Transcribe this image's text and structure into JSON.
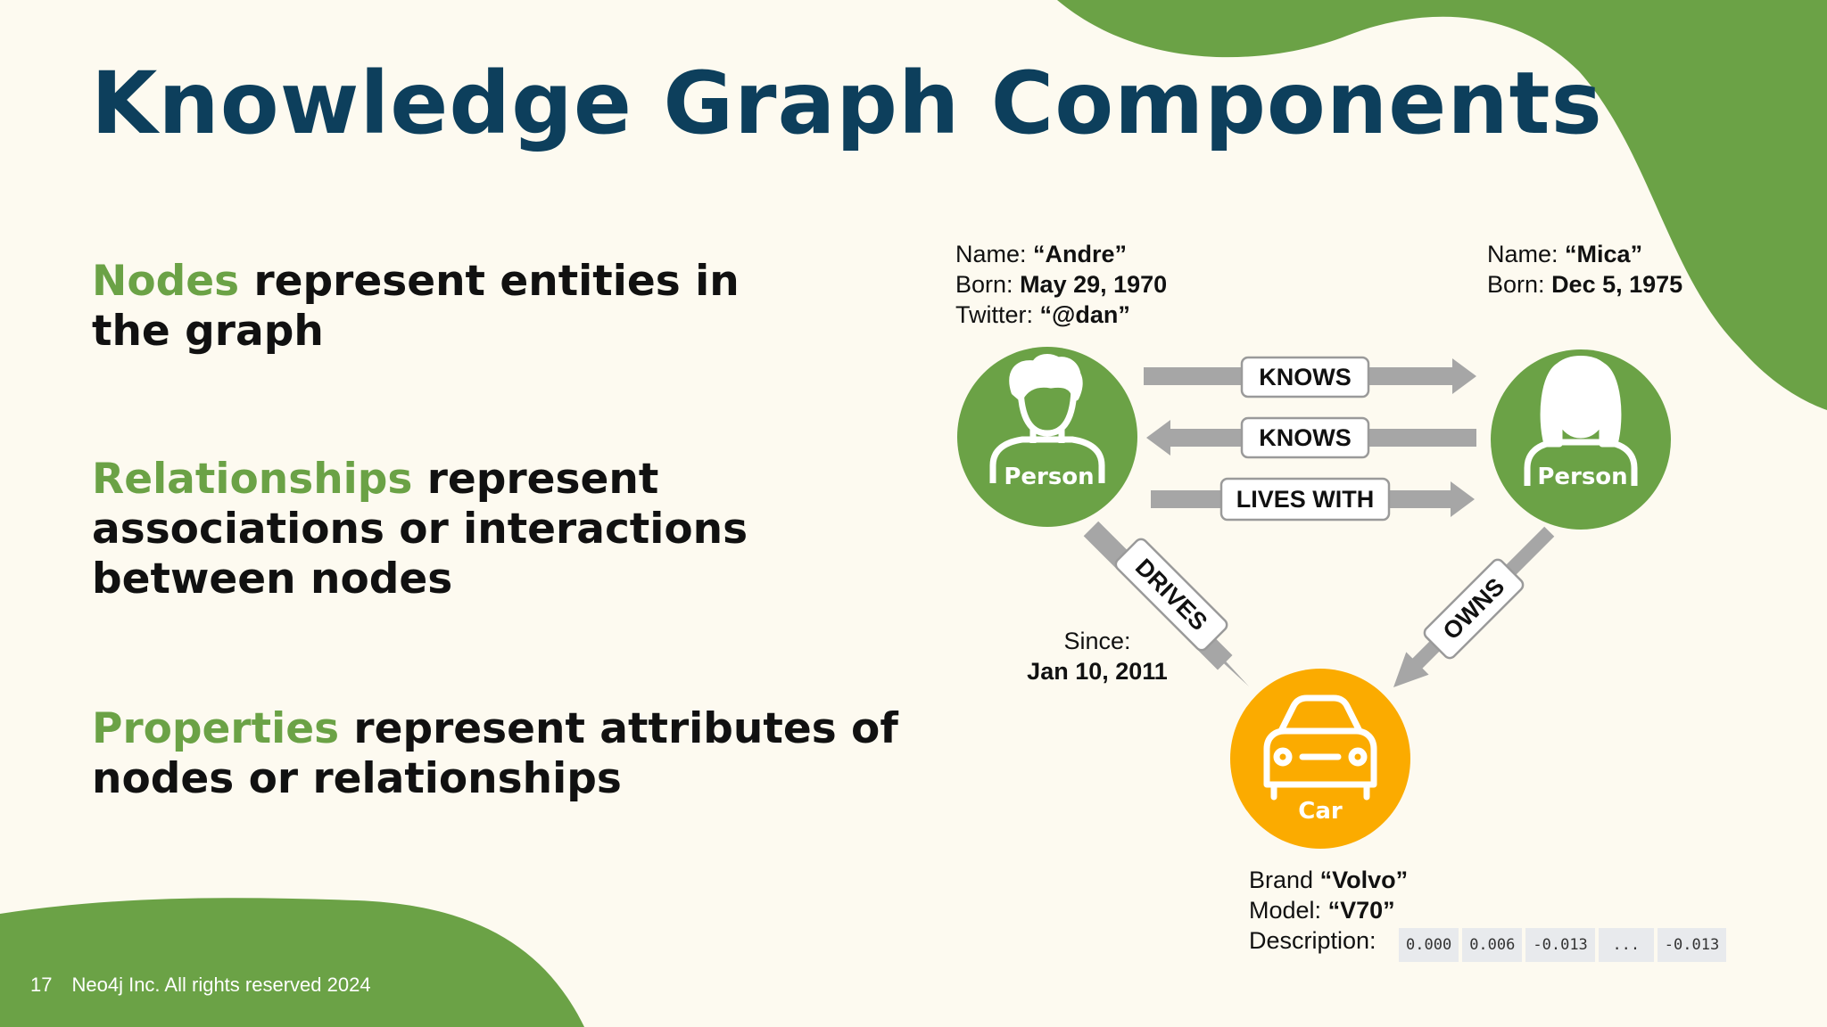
{
  "slide": {
    "title": "Knowledge Graph Components",
    "bullets": [
      {
        "term": "Nodes",
        "rest": " represent entities in the graph"
      },
      {
        "term": "Relationships",
        "rest": " represent associations or interactions between nodes"
      },
      {
        "term": "Properties",
        "rest": " represent attributes of nodes or relationships"
      }
    ],
    "footer": {
      "page": "17",
      "text": "Neo4j Inc. All rights reserved 2024"
    }
  },
  "diagram": {
    "nodes": {
      "person_left": {
        "label": "Person",
        "color": "#6ba246",
        "icon": "male-person-icon"
      },
      "person_right": {
        "label": "Person",
        "color": "#6ba246",
        "icon": "female-person-icon"
      },
      "car": {
        "label": "Car",
        "color": "#fbab00",
        "icon": "car-icon"
      }
    },
    "relationships": [
      {
        "type": "KNOWS",
        "from": "person_left",
        "to": "person_right"
      },
      {
        "type": "KNOWS",
        "from": "person_right",
        "to": "person_left"
      },
      {
        "type": "LIVES WITH",
        "from": "person_left",
        "to": "person_right"
      },
      {
        "type": "DRIVES",
        "from": "person_left",
        "to": "car"
      },
      {
        "type": "OWNS",
        "from": "person_right",
        "to": "car"
      }
    ],
    "props_andre": {
      "name_key": "Name:",
      "name_val": "“Andre”",
      "born_key": "Born:",
      "born_val": "May 29, 1970",
      "twitter_key": "Twitter:",
      "twitter_val": "“@dan”"
    },
    "props_mica": {
      "name_key": "Name:",
      "name_val": "“Mica”",
      "born_key": "Born:",
      "born_val": "Dec 5, 1975"
    },
    "props_drives": {
      "since_key": "Since:",
      "since_val": "Jan 10, 2011"
    },
    "props_car": {
      "brand_key": "Brand",
      "brand_val": "“Volvo”",
      "model_key": "Model:",
      "model_val": "“V70”",
      "desc_key": "Description:",
      "vector": [
        "0.000",
        "0.006",
        "-0.013",
        "...",
        "-0.013"
      ]
    }
  },
  "colors": {
    "green": "#6ba246",
    "navy": "#0d3f5c",
    "orange": "#fbab00",
    "arrow_gray": "#a6a6a6",
    "background": "#fdfaf0"
  }
}
